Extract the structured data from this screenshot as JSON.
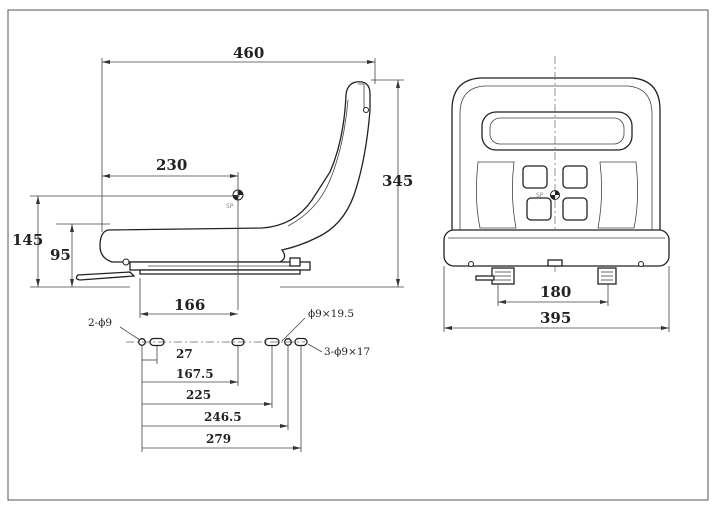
{
  "side_view": {
    "overall_length": "460",
    "backrest_to_sp": "230",
    "overall_height": "345",
    "cushion_height": "145",
    "sp_height": "95",
    "sp_to_mount": "166",
    "sp_label": "SP"
  },
  "mounting_holes": {
    "hole_2": "2-ϕ9",
    "slot_label": "ϕ9×19.5",
    "hole_3": "3-ϕ9×17",
    "dim_27": "27",
    "dim_167_5": "167.5",
    "dim_225": "225",
    "dim_246_5": "246.5",
    "dim_279": "279"
  },
  "front_view": {
    "rail_spacing": "180",
    "overall_width": "395",
    "sp_label": "SP"
  }
}
